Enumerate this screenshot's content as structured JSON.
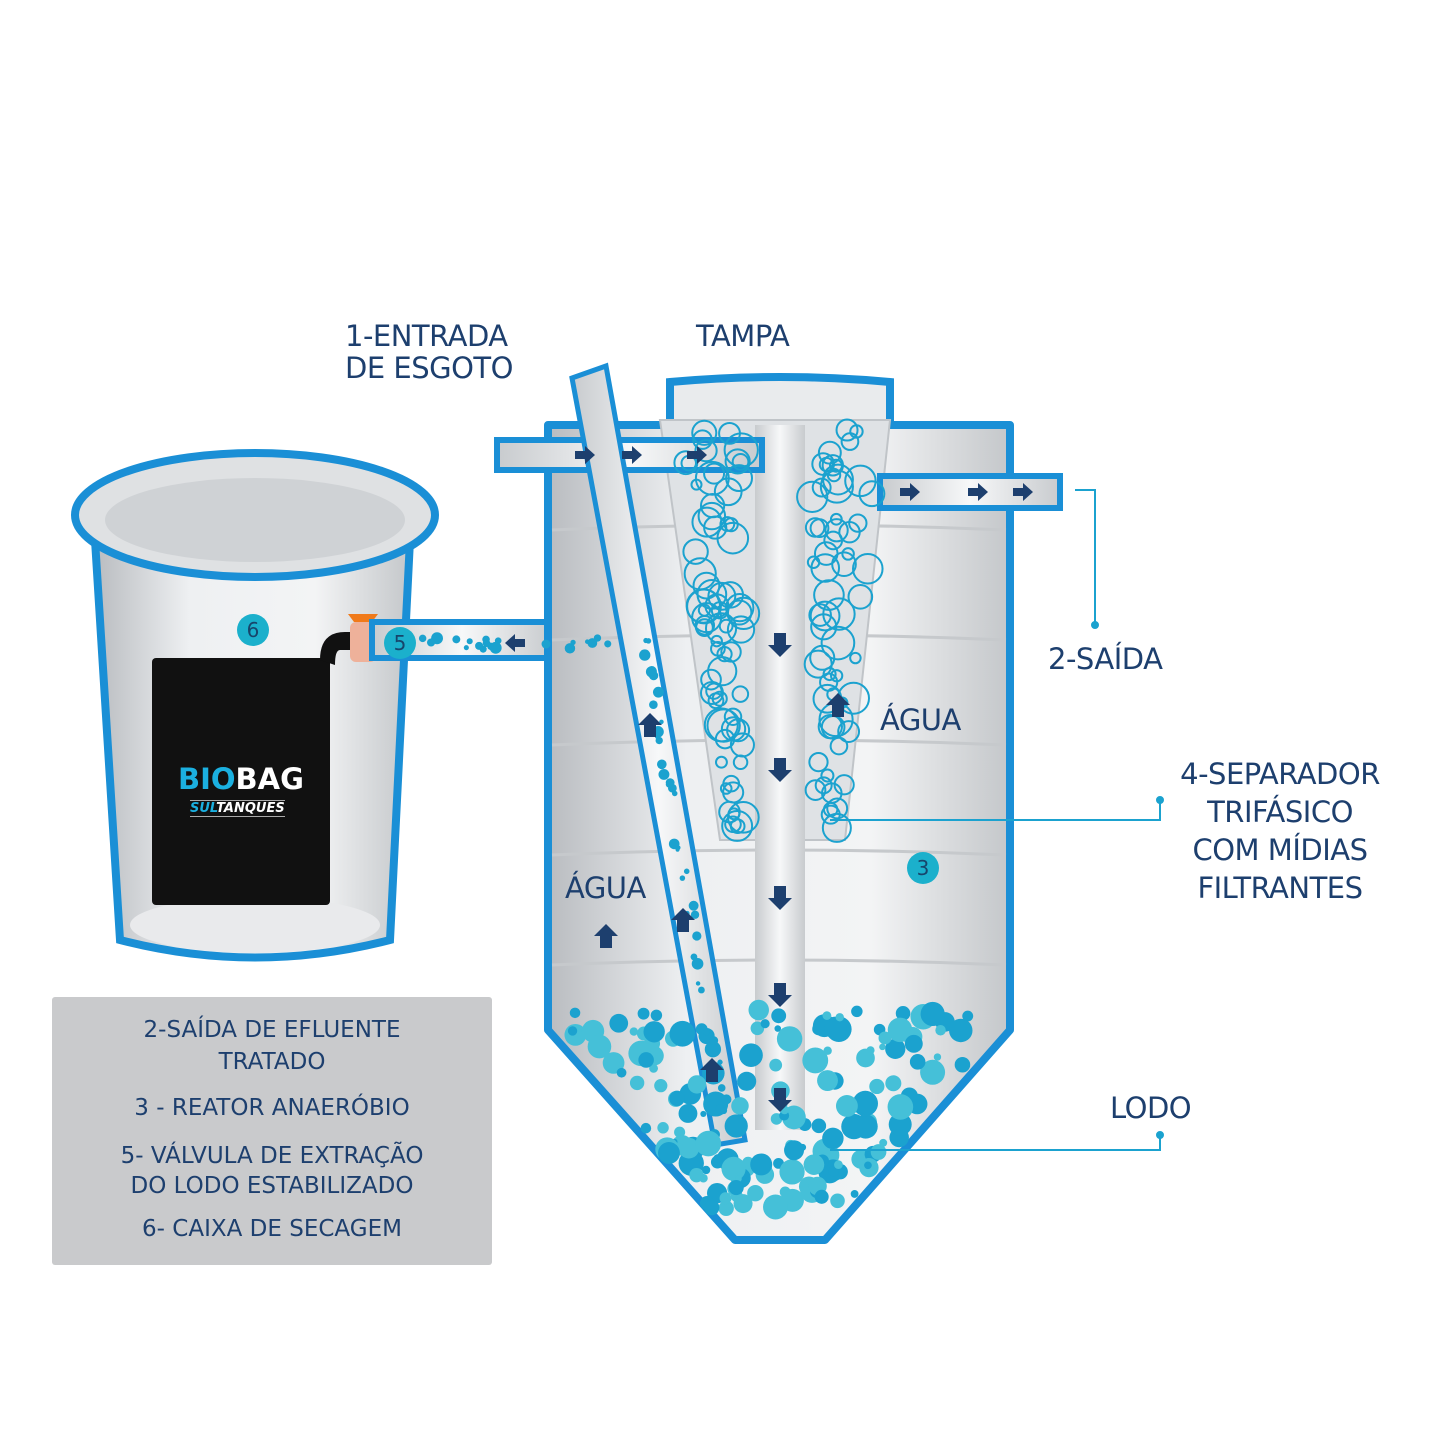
{
  "labels": {
    "entrada": [
      "1-ENTRADA",
      "DE ESGOTO"
    ],
    "tampa": "TAMPA",
    "saida": "2-SAÍDA",
    "agua_right": "ÁGUA",
    "agua_left": "ÁGUA",
    "separador": [
      "4-SEPARADOR",
      "TRIFÁSICO",
      "COM MÍDIAS",
      "FILTRANTES"
    ],
    "lodo": "LODO"
  },
  "markers": {
    "six": "6",
    "five": "5",
    "three": "3"
  },
  "bag": {
    "brand_a": "BIO",
    "brand_b": "BAG",
    "maker_a": "SUL",
    "maker_b": "TANQUES"
  },
  "legend": {
    "items": [
      "2-SAÍDA DE EFLUENTE",
      "TRATADO",
      "3 - REATOR ANAERÓBIO",
      "5- VÁLVULA DE EXTRAÇÃO",
      "DO LODO ESTABILIZADO",
      "6- CAIXA DE SECAGEM"
    ]
  },
  "colors": {
    "outline": "#1a8fd6",
    "teal": "#1bb0cc",
    "navy": "#1d3f6e",
    "valve": "#f07a1a"
  }
}
